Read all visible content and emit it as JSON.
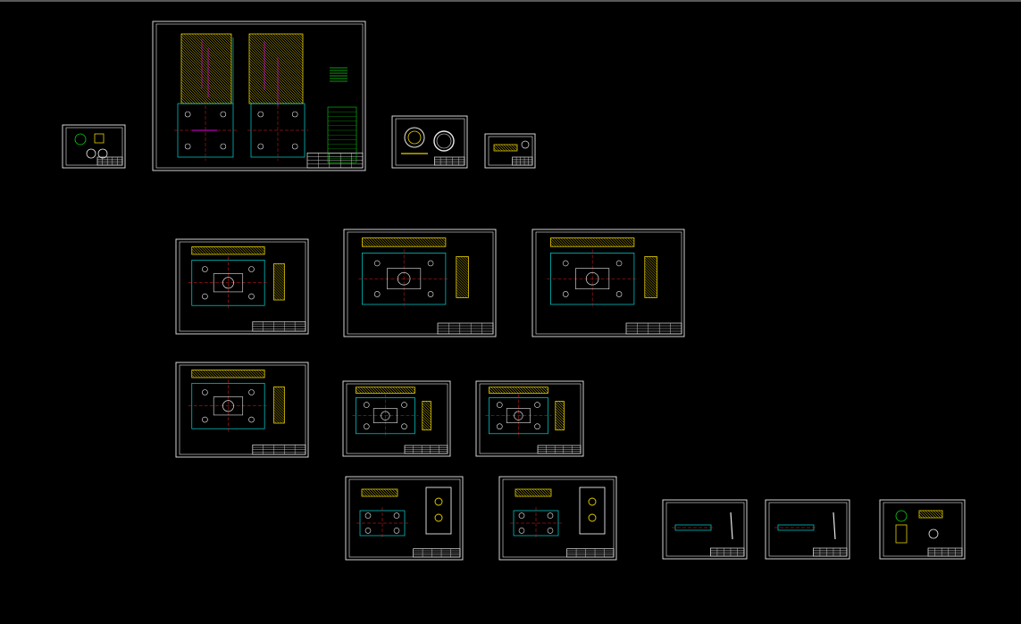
{
  "app": {
    "view": "cad-model-space",
    "background": "#000000"
  },
  "colors": {
    "frame": "#e8e8e8",
    "section": "#e8d000",
    "center": "#e02020",
    "cyan": "#00d8d8",
    "green": "#10d010",
    "magenta": "#e000e0",
    "blue": "#3050ff"
  },
  "sheets": [
    {
      "id": "small-left",
      "label": ""
    },
    {
      "id": "assembly",
      "label": ""
    },
    {
      "id": "ring-part",
      "label": ""
    },
    {
      "id": "small-part",
      "label": ""
    },
    {
      "id": "plate-a",
      "label": ""
    },
    {
      "id": "plate-b",
      "label": ""
    },
    {
      "id": "plate-c",
      "label": ""
    },
    {
      "id": "plate-d",
      "label": ""
    },
    {
      "id": "plate-e",
      "label": ""
    },
    {
      "id": "plate-f",
      "label": ""
    },
    {
      "id": "core-a",
      "label": ""
    },
    {
      "id": "core-b",
      "label": ""
    },
    {
      "id": "pin-a",
      "label": ""
    },
    {
      "id": "pin-b",
      "label": ""
    },
    {
      "id": "pin-c",
      "label": ""
    }
  ]
}
